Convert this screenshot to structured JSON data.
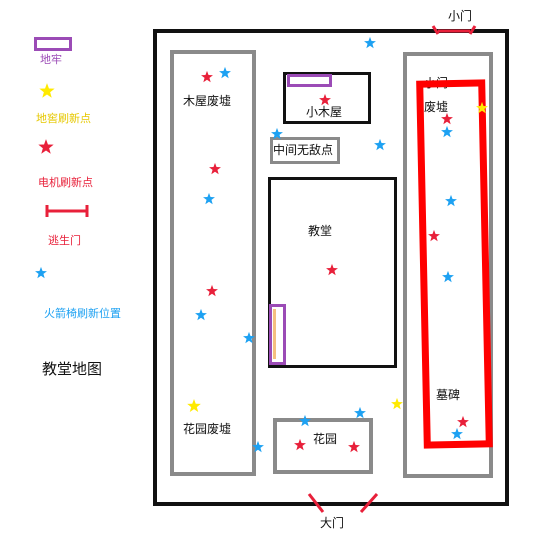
{
  "colors": {
    "dungeon": "#9b4bb6",
    "cellar": "#ffea00",
    "generator": "#e8203a",
    "exit": "#e8203a",
    "rocket": "#1da1f2",
    "wall": "#111111",
    "region": "#8a8a8a",
    "highlight": "#ff0000"
  },
  "legend": {
    "dungeon": "地牢",
    "cellar": "地窖刷新点",
    "generator": "电机刷新点",
    "exit": "逃生门",
    "rocket": "火箭椅刷新位置"
  },
  "title": "教堂地图",
  "gates": {
    "small": "小门",
    "main": "大门"
  },
  "regions": {
    "cabin_ruins": "木屋废墟",
    "cabin": "小木屋",
    "middle_safe": "中间无敌点",
    "church": "教堂",
    "garden_ruins": "花园废墟",
    "garden": "花园",
    "right_ruins_top": "小门",
    "right_ruins_mid": "废墟",
    "tomb": "墓碑"
  }
}
